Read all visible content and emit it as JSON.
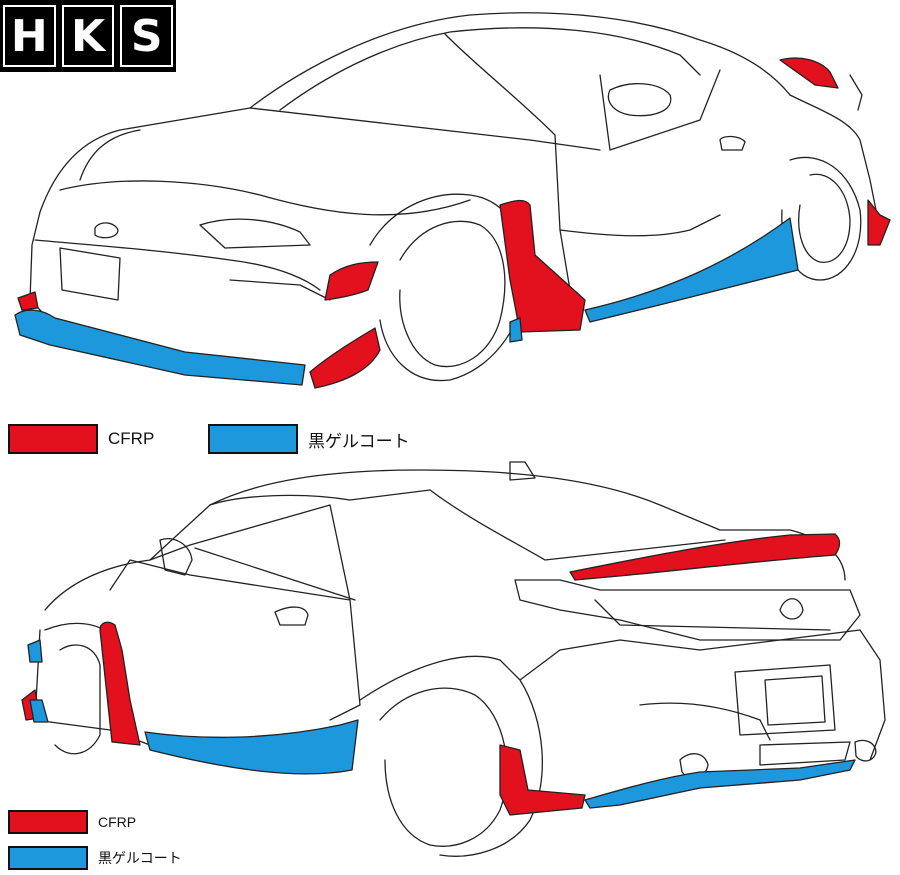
{
  "brand": {
    "logo_letters": [
      "H",
      "K",
      "S"
    ]
  },
  "colors": {
    "cfrp": "#e3101e",
    "gelcoat": "#1d98dc",
    "outline": "#222222",
    "background": "#ffffff"
  },
  "legend_top": {
    "items": [
      {
        "label": "CFRP",
        "color_key": "cfrp"
      },
      {
        "label": "黒ゲルコート",
        "color_key": "gelcoat"
      }
    ]
  },
  "legend_bottom": {
    "items": [
      {
        "label": "CFRP",
        "color_key": "cfrp"
      },
      {
        "label": "黒ゲルコート",
        "color_key": "gelcoat"
      }
    ]
  }
}
